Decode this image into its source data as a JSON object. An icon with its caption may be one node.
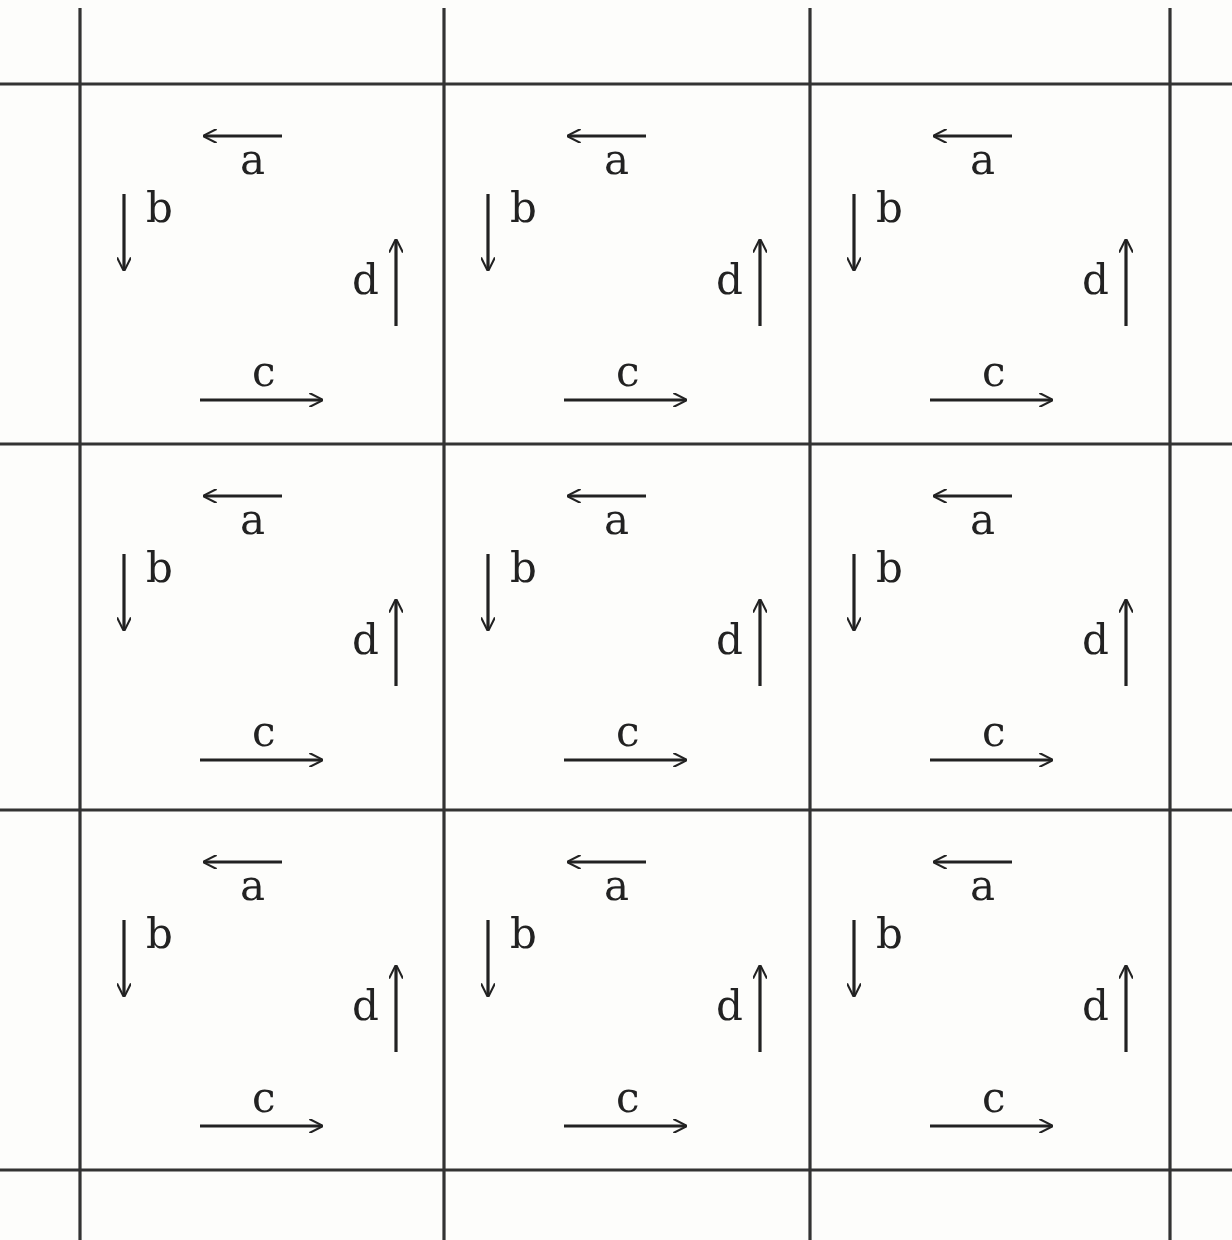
{
  "diagram": {
    "labels": [
      "a",
      "a",
      "a",
      "b",
      "d",
      "b",
      "d",
      "b",
      "d",
      "c",
      "c",
      "c",
      "a",
      "a",
      "a",
      "b",
      "d",
      "b",
      "d",
      "b",
      "d",
      "c",
      "c",
      "c",
      "a",
      "a",
      "a",
      "b",
      "d",
      "b",
      "d",
      "b",
      "d",
      "c",
      "c",
      "c"
    ]
  }
}
